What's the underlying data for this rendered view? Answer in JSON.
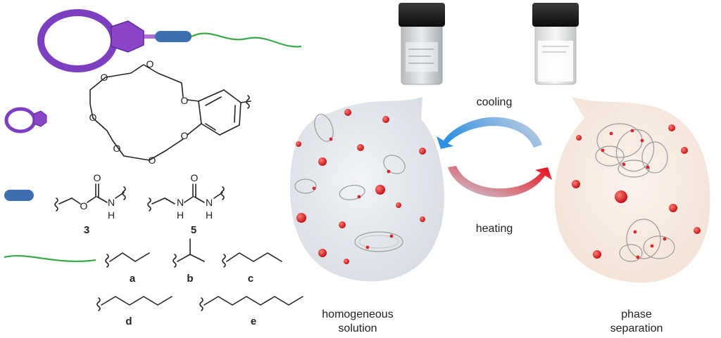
{
  "schematic": {
    "compound_numbers": [
      "3",
      "5"
    ],
    "substituent_labels": [
      "a",
      "b",
      "c",
      "d",
      "e"
    ]
  },
  "chem_atoms": {
    "crown_oxygens": [
      "O",
      "O",
      "O",
      "O",
      "O",
      "O",
      "O"
    ],
    "carbamate": {
      "o_carbonyl": "O",
      "o_ether": "O",
      "n": "N",
      "h": "H"
    },
    "urea": {
      "o": "O",
      "n1": "N",
      "h1": "H",
      "n2": "N",
      "h2": "H"
    }
  },
  "process": {
    "cooling_label": "cooling",
    "heating_label": "heating",
    "left_state": "homogeneous\nsolution",
    "right_state": "phase\nseparation"
  },
  "colors": {
    "macrocycle": "#7b3fbf",
    "linker": "#3d6fb0",
    "chain": "#3aa84a",
    "cool_arrow": "#3a8fd8",
    "heat_arrow": "#e0202a",
    "left_bubble": "#dfe4ea",
    "right_bubble": "#f6e8df",
    "water_oxygen": "#d8262a"
  }
}
